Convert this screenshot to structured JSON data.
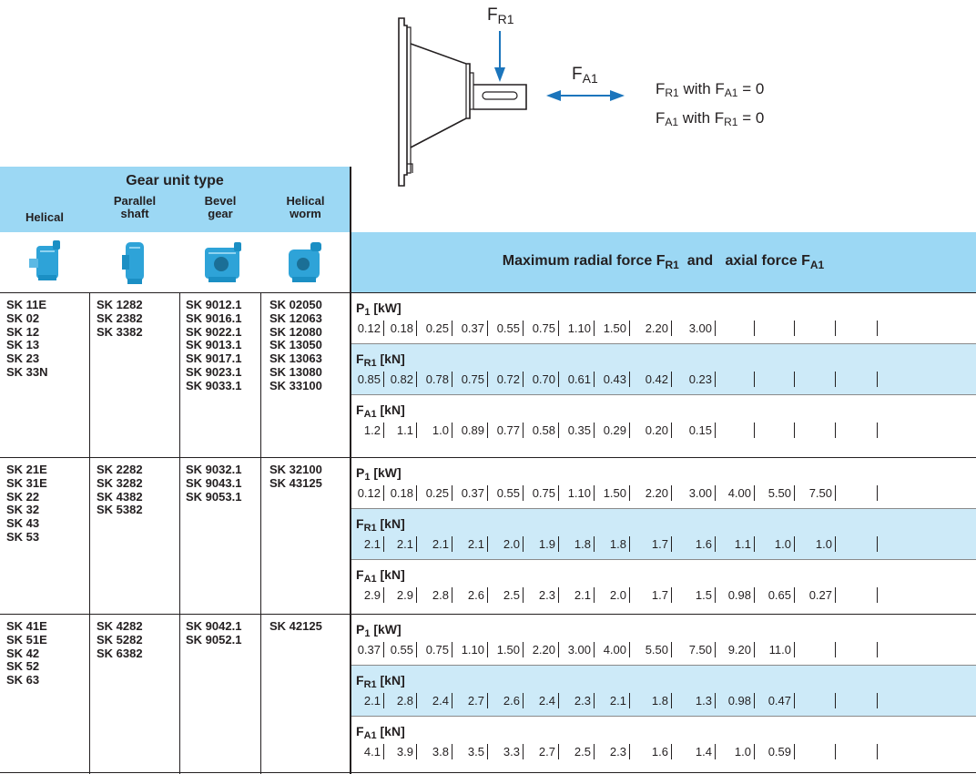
{
  "diagram": {
    "fr1_label": "F",
    "fr1_sub": "R1",
    "fa1_label": "F",
    "fa1_sub": "A1",
    "legend": [
      {
        "a": "F",
        "a_sub": "R1",
        "mid": " with F",
        "b_sub": "A1",
        "rest": " = 0"
      },
      {
        "a": "F",
        "a_sub": "A1",
        "mid": " with F",
        "b_sub": "R1",
        "rest": " = 0"
      }
    ],
    "arrow_color": "#1b75bc"
  },
  "left_table": {
    "title": "Gear unit type",
    "columns": [
      {
        "label": "Helical",
        "icon": "helical-gear-icon"
      },
      {
        "label": "Parallel\nshaft",
        "icon": "parallel-shaft-gear-icon"
      },
      {
        "label": "Bevel\ngear",
        "icon": "bevel-gear-icon"
      },
      {
        "label": "Helical\nworm",
        "icon": "helical-worm-gear-icon"
      }
    ],
    "groups": [
      {
        "helical": "SK 11E\nSK 02\nSK 12\nSK 13\nSK 23\nSK 33N",
        "parallel": "SK 1282\nSK 2382\nSK 3382",
        "bevel": "SK 9012.1\nSK 9016.1\nSK 9022.1\nSK 9013.1\nSK 9017.1\nSK 9023.1\nSK 9033.1",
        "worm": "SK 02050\nSK 12063\nSK 12080\nSK 13050\nSK 13063\nSK 13080\nSK 33100"
      },
      {
        "helical": "SK 21E\nSK 31E\nSK 22\nSK 32\nSK 43\nSK 53",
        "parallel": "SK 2282\nSK 3282\nSK 4382\nSK 5382",
        "bevel": "SK 9032.1\nSK 9043.1\nSK 9053.1",
        "worm": "SK 32100\nSK 43125"
      },
      {
        "helical": "SK 41E\nSK 51E\nSK 42\nSK 52\nSK 63",
        "parallel": "SK 4282\nSK 5282\nSK 6382",
        "bevel": "SK 9042.1\nSK 9052.1",
        "worm": "SK 42125"
      }
    ]
  },
  "main_header": {
    "text_a": "Maximum radial force F",
    "sub_a": "R1",
    "text_b": "  and   axial force F",
    "sub_b": "A1"
  },
  "row_labels": {
    "p1": {
      "main": "P",
      "sub": "1",
      "unit": " [kW]"
    },
    "fr1": {
      "main": "F",
      "sub": "R1",
      "unit": " [kN]"
    },
    "fa1": {
      "main": "F",
      "sub": "A1",
      "unit": " [kN]"
    }
  },
  "groups_data": [
    {
      "p1": [
        "0.12",
        "0.18",
        "0.25",
        "0.37",
        "0.55",
        "0.75",
        "1.10",
        "1.50",
        "2.20",
        "3.00",
        "",
        "",
        "",
        ""
      ],
      "fr1": [
        "0.85",
        "0.82",
        "0.78",
        "0.75",
        "0.72",
        "0.70",
        "0.61",
        "0.43",
        "0.42",
        "0.23",
        "",
        "",
        "",
        ""
      ],
      "fa1": [
        "1.2",
        "1.1",
        "1.0",
        "0.89",
        "0.77",
        "0.58",
        "0.35",
        "0.29",
        "0.20",
        "0.15",
        "",
        "",
        "",
        ""
      ]
    },
    {
      "p1": [
        "0.12",
        "0.18",
        "0.25",
        "0.37",
        "0.55",
        "0.75",
        "1.10",
        "1.50",
        "2.20",
        "3.00",
        "4.00",
        "5.50",
        "7.50",
        ""
      ],
      "fr1": [
        "2.1",
        "2.1",
        "2.1",
        "2.1",
        "2.0",
        "1.9",
        "1.8",
        "1.8",
        "1.7",
        "1.6",
        "1.1",
        "1.0",
        "1.0",
        ""
      ],
      "fa1": [
        "2.9",
        "2.9",
        "2.8",
        "2.6",
        "2.5",
        "2.3",
        "2.1",
        "2.0",
        "1.7",
        "1.5",
        "0.98",
        "0.65",
        "0.27",
        ""
      ]
    },
    {
      "p1": [
        "0.37",
        "0.55",
        "0.75",
        "1.10",
        "1.50",
        "2.20",
        "3.00",
        "4.00",
        "5.50",
        "7.50",
        "9.20",
        "11.0",
        "",
        ""
      ],
      "fr1": [
        "2.1",
        "2.8",
        "2.4",
        "2.7",
        "2.6",
        "2.4",
        "2.3",
        "2.1",
        "1.8",
        "1.3",
        "0.98",
        "0.47",
        "",
        ""
      ],
      "fa1": [
        "4.1",
        "3.9",
        "3.8",
        "3.5",
        "3.3",
        "2.7",
        "2.5",
        "2.3",
        "1.6",
        "1.4",
        "1.0",
        "0.59",
        "",
        ""
      ]
    }
  ],
  "colors": {
    "header_blue": "#9cd8f4",
    "band_blue": "#cdeaf8",
    "gear_blue": "#2ea3d8",
    "text": "#231f20"
  }
}
